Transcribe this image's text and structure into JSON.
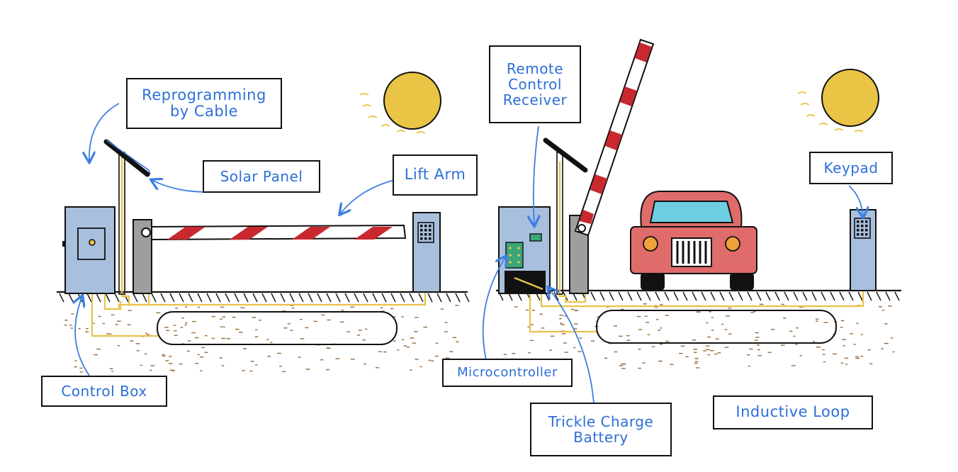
{
  "labels": {
    "reprogramming": "Reprogramming\nby Cable",
    "solar_panel": "Solar Panel",
    "lift_arm": "Lift Arm",
    "control_box": "Control Box",
    "remote_receiver": "Remote\nControl\nReceiver",
    "keypad": "Keypad",
    "microcontroller": "Microcontroller",
    "trickle_battery": "Trickle Charge\nBattery",
    "inductive_loop": "Inductive Loop"
  },
  "colors": {
    "label_text": "#2c6fd8",
    "arrow": "#3d7fe0",
    "box_fill": "#a8c0dd",
    "wire": "#e8c24a",
    "sun": "#e9c445",
    "boom_stripe": "#c8282e",
    "car_body": "#e06b6b",
    "windshield": "#6ecde0",
    "soil_dots": "#9a6a3a"
  }
}
